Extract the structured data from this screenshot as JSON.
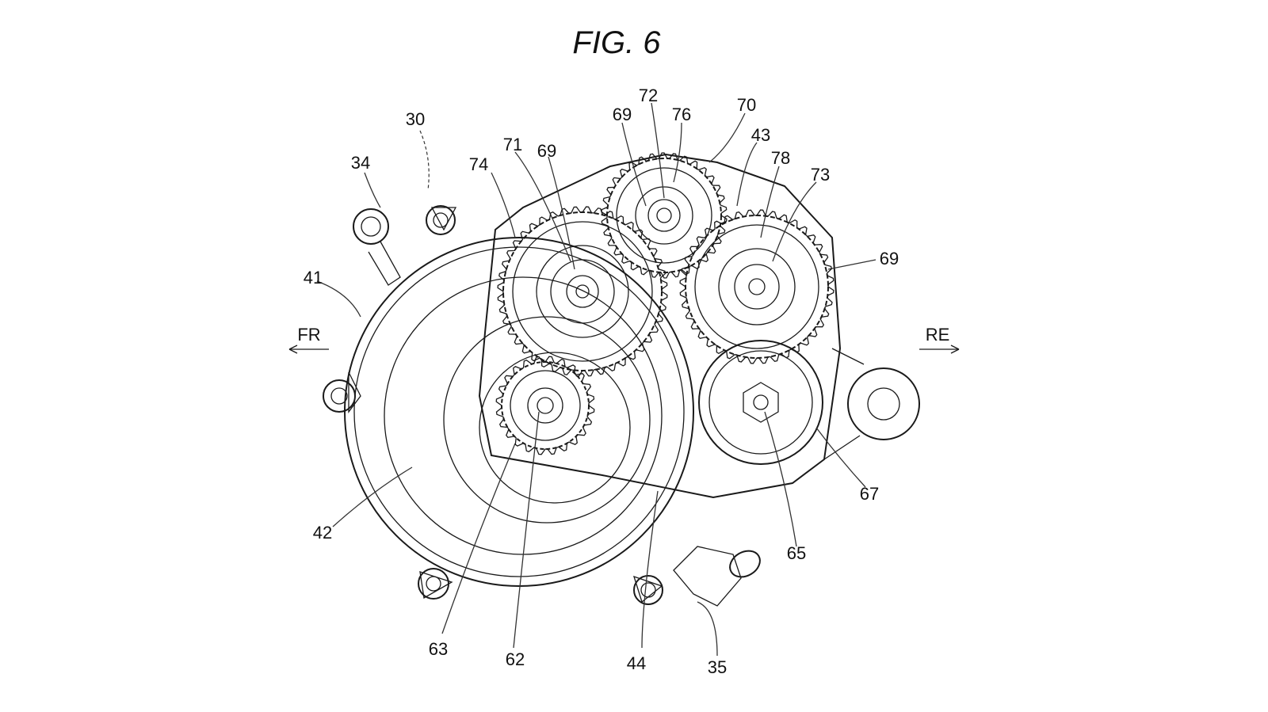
{
  "figure": {
    "title": "FIG. 6",
    "directions": {
      "front": "FR",
      "rear": "RE"
    },
    "reference_numerals": [
      "30",
      "34",
      "41",
      "42",
      "43",
      "44",
      "35",
      "62",
      "63",
      "65",
      "67",
      "69",
      "69",
      "69",
      "70",
      "71",
      "72",
      "73",
      "74",
      "76",
      "78"
    ]
  },
  "labels": {
    "n30": "30",
    "n34": "34",
    "n41": "41",
    "n42": "42",
    "n43": "43",
    "n44": "44",
    "n35": "35",
    "n62": "62",
    "n63": "63",
    "n65": "65",
    "n67": "67",
    "n69a": "69",
    "n69b": "69",
    "n69c": "69",
    "n70": "70",
    "n71": "71",
    "n72": "72",
    "n73": "73",
    "n74": "74",
    "n76": "76",
    "n78": "78"
  }
}
